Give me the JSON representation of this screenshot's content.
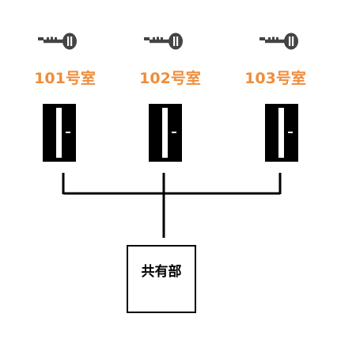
{
  "rooms": [
    {
      "label": "101号室"
    },
    {
      "label": "102号室"
    },
    {
      "label": "103号室"
    }
  ],
  "common_area": {
    "label": "共有部"
  },
  "icons": {
    "key": "key-icon",
    "door": "door-icon"
  },
  "colors": {
    "room_label": "#f08d3a",
    "line": "#000000",
    "door": "#000000",
    "door_gap": "#ffffff",
    "key": "#444444"
  }
}
